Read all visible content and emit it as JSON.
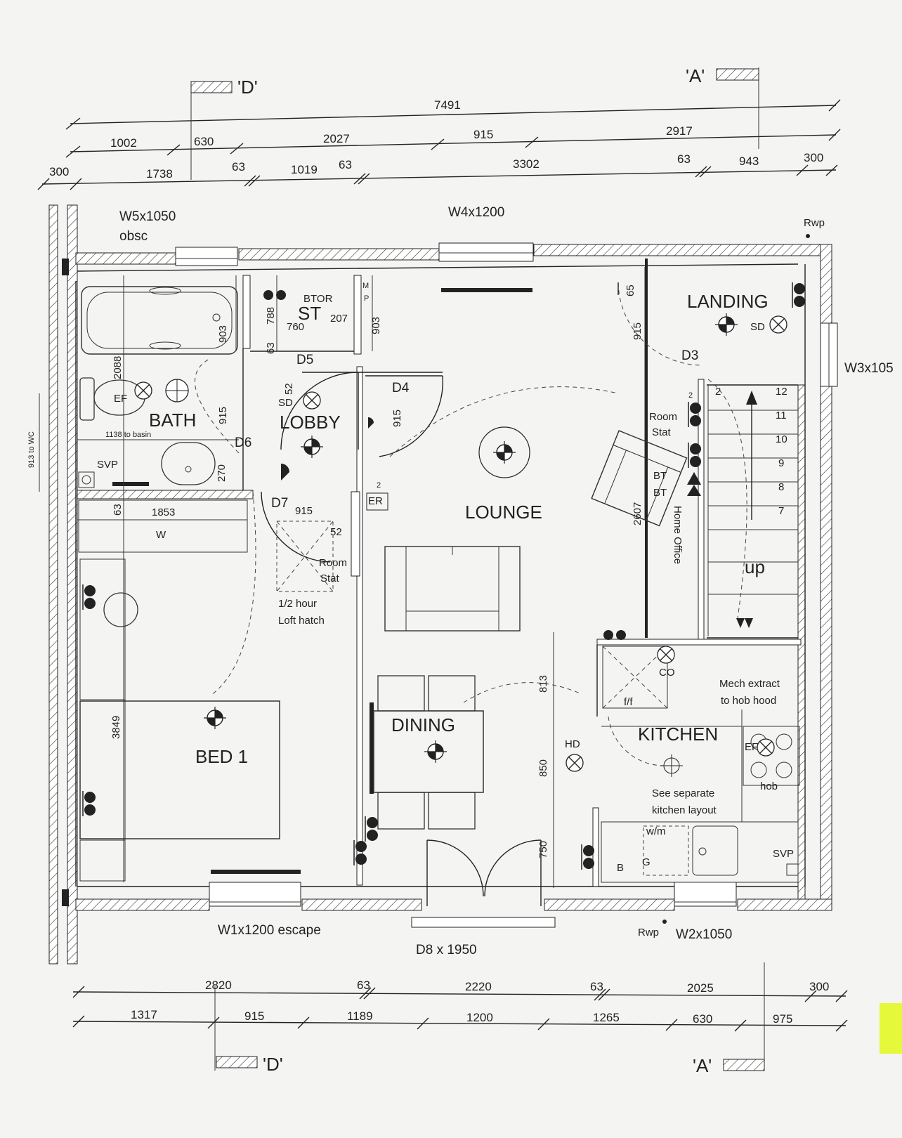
{
  "section_markers": {
    "d_top": "'D'",
    "a_top": "'A'",
    "d_bottom": "'D'",
    "a_bottom": "'A'"
  },
  "top_dims": {
    "row1": [
      "7491"
    ],
    "row2": [
      "1002",
      "630",
      "2027",
      "915",
      "2917"
    ],
    "row3": [
      "300",
      "1738",
      "63",
      "1019",
      "63",
      "3302",
      "63",
      "943",
      "300"
    ]
  },
  "bottom_dims": {
    "row1": [
      "2820",
      "63",
      "2220",
      "63",
      "2025",
      "300"
    ],
    "row2": [
      "1317",
      "915",
      "1189",
      "1200",
      "1265",
      "630",
      "975"
    ]
  },
  "windows": {
    "w5": "W5x1050",
    "w5_note": "obsc",
    "w4": "W4x1200",
    "w3": "W3x105",
    "w1": "W1x1200 escape",
    "w2": "W2x1050",
    "d8": "D8 x 1950"
  },
  "rwp": [
    "Rwp",
    "Rwp"
  ],
  "rooms": {
    "bath": "BATH",
    "lobby": "LOBBY",
    "st": "ST",
    "landing": "LANDING",
    "lounge": "LOUNGE",
    "dining": "DINING",
    "kitchen": "KITCHEN",
    "bed1": "BED 1"
  },
  "doors": [
    "D3",
    "D4",
    "D5",
    "D6",
    "D7"
  ],
  "symbols": {
    "btor": "BTOR",
    "sd": "SD",
    "ef": "EF",
    "svp": "SVP",
    "er": "ER",
    "co": "CO",
    "hd": "HD",
    "ff": "f/f",
    "wm": "w/m",
    "hob": "hob",
    "b": "B",
    "g": "G",
    "w": "W",
    "m": "M",
    "p": "P",
    "bt": "BT",
    "two": "2"
  },
  "notes": {
    "room_stat_a": [
      "Room",
      "Stat"
    ],
    "room_stat_b": [
      "Room",
      "Stat"
    ],
    "loft": [
      "1/2 hour",
      "Loft hatch"
    ],
    "home_office": "Home Office",
    "mech": [
      "Mech extract",
      "to hob hood"
    ],
    "kitchen_layout": [
      "See separate",
      "kitchen layout"
    ],
    "basin": "1138 to basin",
    "wc": "913 to WC",
    "up": "up"
  },
  "stair_numbers": [
    "12",
    "11",
    "10",
    "9",
    "8",
    "7",
    "2"
  ],
  "internal_dims": {
    "v903a": "903",
    "v2088": "2088",
    "v915bath": "915",
    "v788": "788",
    "v63st": "63",
    "v760": "760",
    "v207": "207",
    "v903b": "903",
    "v52a": "52",
    "v915lobby": "915",
    "v270": "270",
    "v63bed": "63",
    "h1853": "1853",
    "h915d7": "915",
    "v52b": "52",
    "v65": "65",
    "v915land": "915",
    "v2607": "2607",
    "v3849": "3849",
    "v813": "813",
    "v850": "850",
    "v750": "750"
  }
}
